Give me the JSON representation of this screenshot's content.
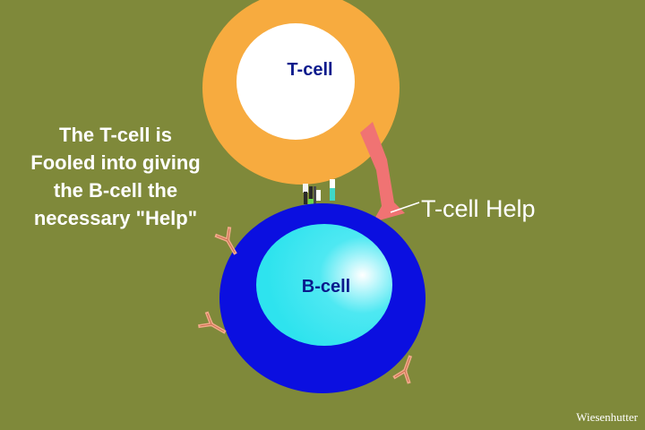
{
  "diagram": {
    "caption_lines": [
      "The T-cell is",
      "Fooled into giving",
      "the B-cell the",
      "necessary \"Help\""
    ],
    "tcell_label": "T-cell",
    "bcell_label": "B-cell",
    "help_label": "T-cell Help",
    "credit": "Wiesenhutter"
  },
  "colors": {
    "background": "#7f893a",
    "tcell_outer": "#f7ab3f",
    "tcell_inner": "#ffffff",
    "bcell_outer": "#0b0fe0",
    "bcell_inner": "#36e6f0",
    "help_arrow": "#f07373",
    "label_blue": "#0a1a8c",
    "antibody": "#f3a98a"
  },
  "icons": [
    "antibody-icon",
    "receptor-icon",
    "help-arrow"
  ]
}
